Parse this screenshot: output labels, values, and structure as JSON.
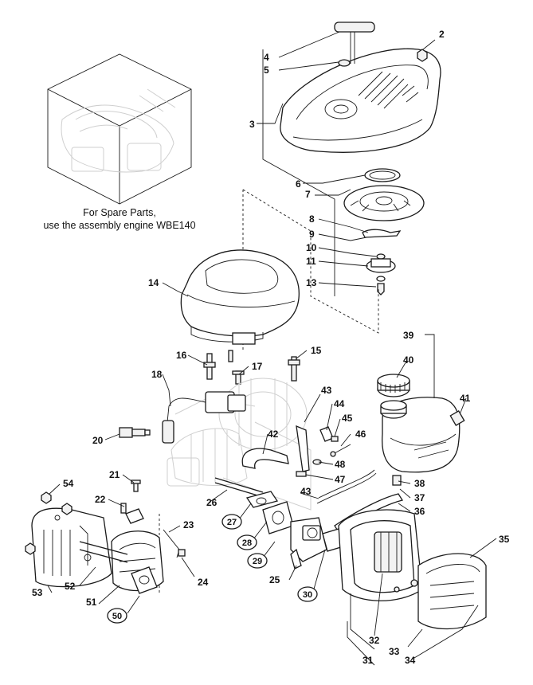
{
  "note": {
    "line1": "For Spare Parts,",
    "line2": "use the assembly engine WBE140"
  },
  "part_labels": [
    {
      "id": "2",
      "text": "2"
    },
    {
      "id": "3",
      "text": "3"
    },
    {
      "id": "4",
      "text": "4"
    },
    {
      "id": "5",
      "text": "5"
    },
    {
      "id": "6",
      "text": "6"
    },
    {
      "id": "7",
      "text": "7"
    },
    {
      "id": "8",
      "text": "8"
    },
    {
      "id": "9",
      "text": "9"
    },
    {
      "id": "10",
      "text": "10"
    },
    {
      "id": "11",
      "text": "11"
    },
    {
      "id": "13",
      "text": "13"
    },
    {
      "id": "14",
      "text": "14"
    },
    {
      "id": "15",
      "text": "15"
    },
    {
      "id": "16",
      "text": "16"
    },
    {
      "id": "17",
      "text": "17"
    },
    {
      "id": "18",
      "text": "18"
    },
    {
      "id": "20",
      "text": "20"
    },
    {
      "id": "21",
      "text": "21"
    },
    {
      "id": "22",
      "text": "22"
    },
    {
      "id": "23",
      "text": "23"
    },
    {
      "id": "24",
      "text": "24"
    },
    {
      "id": "25",
      "text": "25"
    },
    {
      "id": "26",
      "text": "26"
    },
    {
      "id": "31",
      "text": "31"
    },
    {
      "id": "32",
      "text": "32"
    },
    {
      "id": "33",
      "text": "33"
    },
    {
      "id": "34",
      "text": "34"
    },
    {
      "id": "35",
      "text": "35"
    },
    {
      "id": "36",
      "text": "36"
    },
    {
      "id": "37",
      "text": "37"
    },
    {
      "id": "38",
      "text": "38"
    },
    {
      "id": "39",
      "text": "39"
    },
    {
      "id": "40",
      "text": "40"
    },
    {
      "id": "41",
      "text": "41"
    },
    {
      "id": "42",
      "text": "42"
    },
    {
      "id": "43a",
      "text": "43"
    },
    {
      "id": "43b",
      "text": "43"
    },
    {
      "id": "44",
      "text": "44"
    },
    {
      "id": "45",
      "text": "45"
    },
    {
      "id": "46",
      "text": "46"
    },
    {
      "id": "47",
      "text": "47"
    },
    {
      "id": "48",
      "text": "48"
    },
    {
      "id": "51",
      "text": "51"
    },
    {
      "id": "52",
      "text": "52"
    },
    {
      "id": "53",
      "text": "53"
    },
    {
      "id": "54",
      "text": "54"
    }
  ],
  "circled_labels": [
    {
      "id": "27",
      "text": "27"
    },
    {
      "id": "28",
      "text": "28"
    },
    {
      "id": "29",
      "text": "29"
    },
    {
      "id": "30",
      "text": "30"
    },
    {
      "id": "50",
      "text": "50"
    }
  ]
}
